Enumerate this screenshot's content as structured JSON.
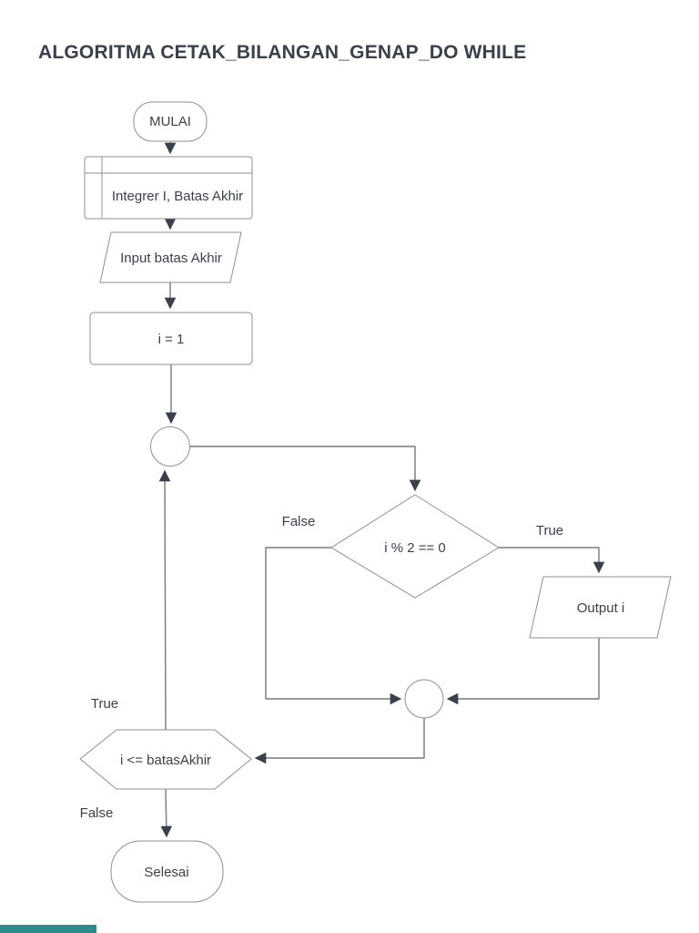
{
  "page": {
    "title": "ALGORITMA CETAK_BILANGAN_GENAP_DO WHILE"
  },
  "flowchart": {
    "nodes": {
      "start": {
        "label": "MULAI",
        "type": "terminator"
      },
      "declaration": {
        "label": "Integrer I, Batas Akhir",
        "type": "process-with-header"
      },
      "input": {
        "label": "Input batas Akhir",
        "type": "input-output"
      },
      "init": {
        "label": "i = 1",
        "type": "process"
      },
      "decision_even": {
        "label": "i % 2 == 0",
        "type": "decision"
      },
      "output": {
        "label": "Output i",
        "type": "input-output"
      },
      "loop_condition": {
        "label": "i <= batasAkhir",
        "type": "preparation"
      },
      "end": {
        "label": "Selesai",
        "type": "terminator"
      }
    },
    "edge_labels": {
      "even_false": "False",
      "even_true": "True",
      "loop_true": "True",
      "loop_false": "False"
    },
    "colors": {
      "shape_stroke": "#8f8f8f",
      "connector": "#787878",
      "arrowhead": "#3a414b",
      "text": "#3a414b",
      "accent_bar": "#2e8b8b"
    }
  }
}
